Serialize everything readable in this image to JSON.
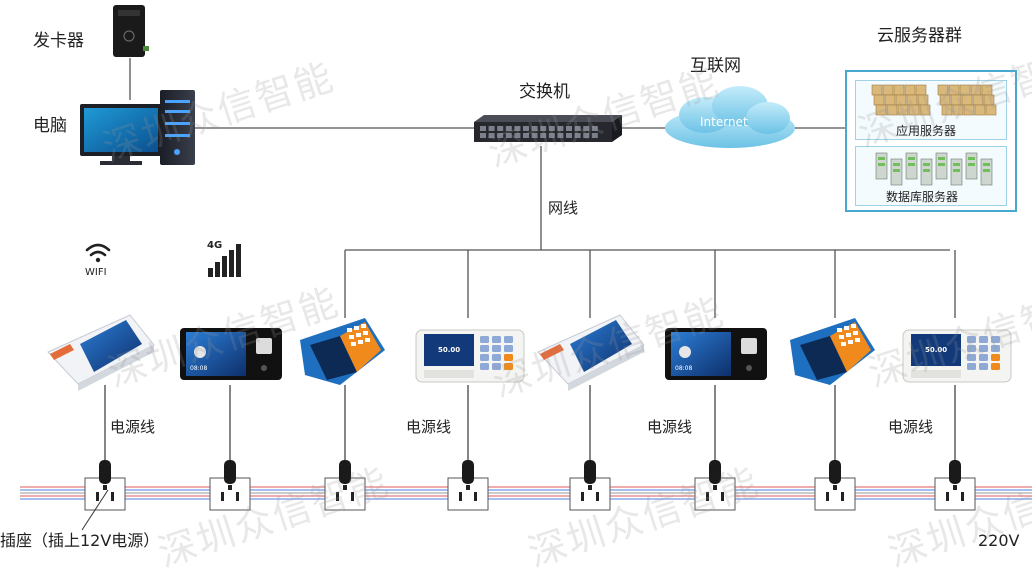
{
  "labels": {
    "card_issuer": "发卡器",
    "computer": "电脑",
    "switch": "交换机",
    "internet_title": "互联网",
    "internet_cloud": "Internet",
    "server_group": "云服务器群",
    "app_server": "应用服务器",
    "db_server": "数据库服务器",
    "network_cable": "网线",
    "wifi": "WIFI",
    "fourg": "4G",
    "power_cable_1": "电源线",
    "power_cable_2": "电源线",
    "power_cable_3": "电源线",
    "power_cable_4": "电源线",
    "socket_label": "插座（插上12V电源）",
    "voltage": "220V"
  },
  "watermark": "深圳众信智能",
  "devices": [
    {
      "type": "white-tablet"
    },
    {
      "type": "face-terminal"
    },
    {
      "type": "orange-pos"
    },
    {
      "type": "white-keypad"
    },
    {
      "type": "white-tablet"
    },
    {
      "type": "face-terminal"
    },
    {
      "type": "orange-pos"
    },
    {
      "type": "white-keypad"
    }
  ],
  "device_screens": {
    "keypad_amount": "50.00",
    "face_time": "08:08"
  },
  "colors": {
    "line": "#555555",
    "accent_blue": "#1e6fc0",
    "accent_orange": "#f08a1c",
    "cloud": "#8fd3ee",
    "panel_border": "#49a8cf",
    "wire_red": "#e05a5a",
    "wire_blue": "#4a7ee0"
  }
}
